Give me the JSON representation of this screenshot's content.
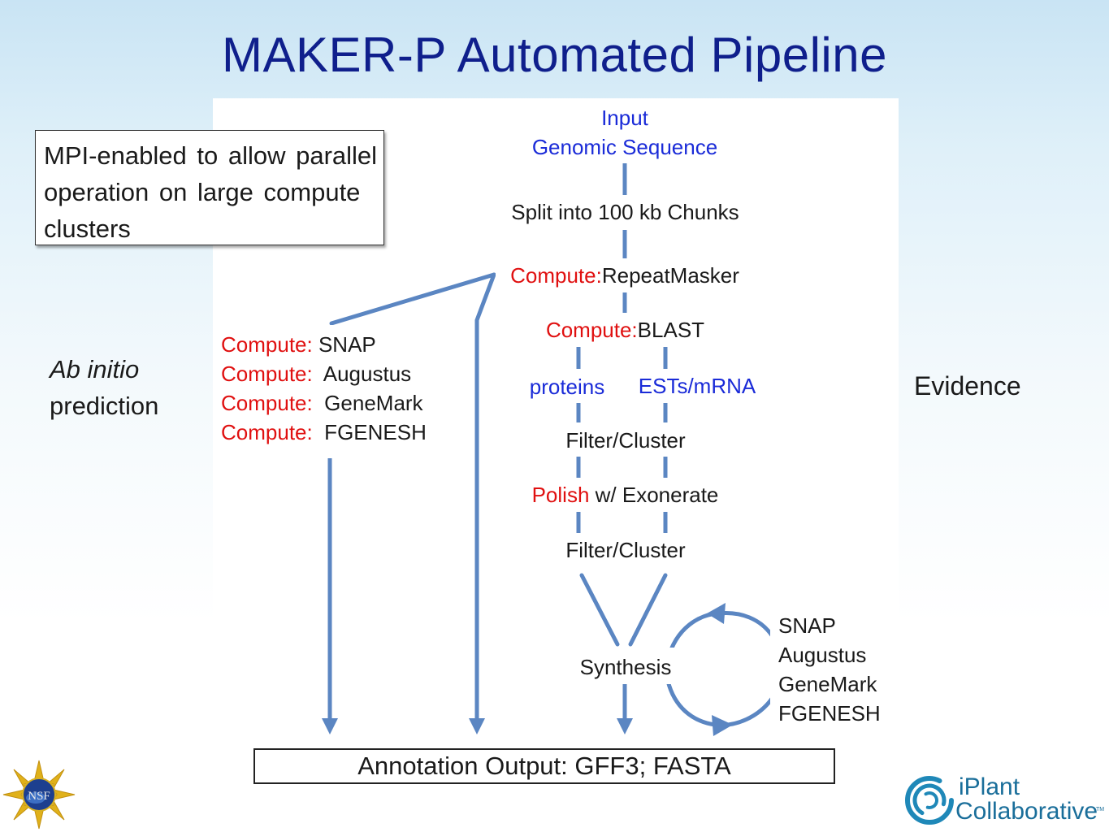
{
  "title": "MAKER-P Automated Pipeline",
  "note": {
    "text": "MPI-enabled to allow parallel operation on large compute clusters"
  },
  "side_labels": {
    "ab_initio_line1": "Ab initio",
    "ab_initio_line2": "prediction",
    "evidence": "Evidence"
  },
  "pipeline": {
    "input_line1": "Input",
    "input_line2": "Genomic Sequence",
    "split": "Split into 100 kb Chunks",
    "repeatmasker_prefix": "Compute:",
    "repeatmasker_tool": "RepeatMasker",
    "blast_prefix": "Compute:",
    "blast_tool": "BLAST",
    "proteins": "proteins",
    "ests": "ESTs/mRNA",
    "filter1": "Filter/Cluster",
    "polish_prefix": "Polish",
    "polish_rest": " w/ Exonerate",
    "filter2": "Filter/Cluster",
    "synthesis": "Synthesis"
  },
  "abinitio_tools": [
    {
      "prefix": "Compute:",
      "tool": " SNAP"
    },
    {
      "prefix": "Compute:",
      "tool": "  Augustus"
    },
    {
      "prefix": "Compute:",
      "tool": "  GeneMark"
    },
    {
      "prefix": "Compute:",
      "tool": "  FGENESH"
    }
  ],
  "retrain_tools": [
    "SNAP",
    "Augustus",
    "GeneMark",
    "FGENESH"
  ],
  "output": "Annotation Output: GFF3; FASTA",
  "logos": {
    "nsf": "NSF",
    "iplant_line1": "iPlant",
    "iplant_line2": "Collaborative",
    "iplant_tm": "TM"
  },
  "colors": {
    "title": "#0f1f8c",
    "arrow": "#5b86c2",
    "compute_red": "#e01010",
    "blue_text": "#1a2bd8"
  }
}
